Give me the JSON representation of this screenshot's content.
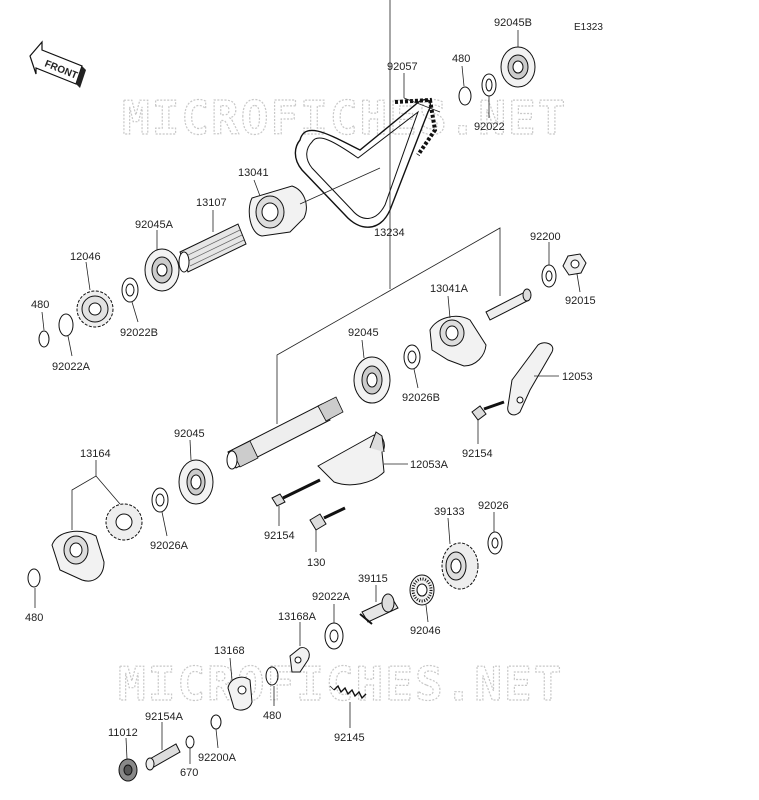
{
  "diagram": {
    "code": "E1323",
    "front_label": "FRONT",
    "watermarks": [
      "MICROFICHES.NET",
      "MICROFICHES.NET"
    ],
    "labels": [
      {
        "id": "p92045B",
        "text": "92045B"
      },
      {
        "id": "p480a",
        "text": "480"
      },
      {
        "id": "p92057",
        "text": "92057"
      },
      {
        "id": "p92022",
        "text": "92022"
      },
      {
        "id": "p13041",
        "text": "13041"
      },
      {
        "id": "p13107",
        "text": "13107"
      },
      {
        "id": "p92045A",
        "text": "92045A"
      },
      {
        "id": "p12046",
        "text": "12046"
      },
      {
        "id": "p480b",
        "text": "480"
      },
      {
        "id": "p92022B",
        "text": "92022B"
      },
      {
        "id": "p92022A",
        "text": "92022A"
      },
      {
        "id": "p13234",
        "text": "13234"
      },
      {
        "id": "p92200",
        "text": "92200"
      },
      {
        "id": "p92015",
        "text": "92015"
      },
      {
        "id": "p13041A",
        "text": "13041A"
      },
      {
        "id": "p92045b",
        "text": "92045"
      },
      {
        "id": "p92026B",
        "text": "92026B"
      },
      {
        "id": "p12053",
        "text": "12053"
      },
      {
        "id": "p92154a",
        "text": "92154"
      },
      {
        "id": "p92045c",
        "text": "92045"
      },
      {
        "id": "p13164",
        "text": "13164"
      },
      {
        "id": "p12053A",
        "text": "12053A"
      },
      {
        "id": "p92026A",
        "text": "92026A"
      },
      {
        "id": "p92154b",
        "text": "92154"
      },
      {
        "id": "p130",
        "text": "130"
      },
      {
        "id": "p480c",
        "text": "480"
      },
      {
        "id": "p39133",
        "text": "39133"
      },
      {
        "id": "p92026",
        "text": "92026"
      },
      {
        "id": "p39115",
        "text": "39115"
      },
      {
        "id": "p92022A2",
        "text": "92022A"
      },
      {
        "id": "p92046",
        "text": "92046"
      },
      {
        "id": "p13168A",
        "text": "13168A"
      },
      {
        "id": "p13168",
        "text": "13168"
      },
      {
        "id": "p480d",
        "text": "480"
      },
      {
        "id": "p92145",
        "text": "92145"
      },
      {
        "id": "p11012",
        "text": "11012"
      },
      {
        "id": "p92154A",
        "text": "92154A"
      },
      {
        "id": "p92200A",
        "text": "92200A"
      },
      {
        "id": "p670",
        "text": "670"
      }
    ]
  }
}
